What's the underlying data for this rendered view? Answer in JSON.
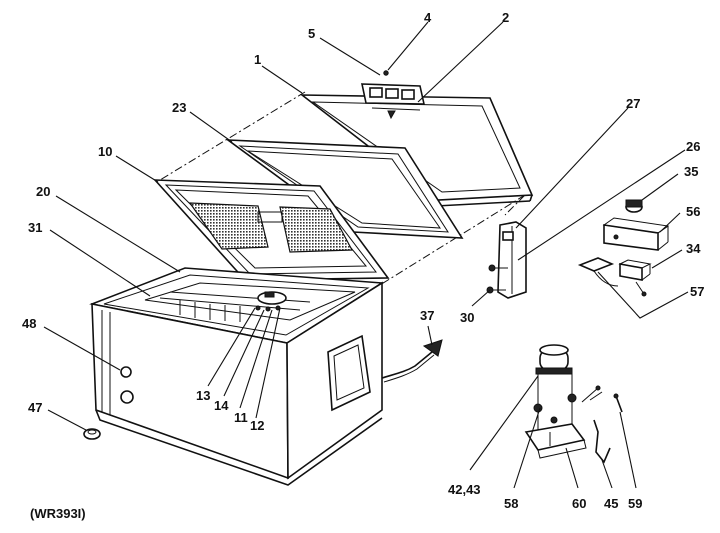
{
  "figure_code": "(WR393I)",
  "colors": {
    "ink": "#111111",
    "paper": "#ffffff"
  },
  "callouts": [
    {
      "id": "c1",
      "text": "1"
    },
    {
      "id": "c2",
      "text": "2"
    },
    {
      "id": "c4",
      "text": "4"
    },
    {
      "id": "c5",
      "text": "5"
    },
    {
      "id": "c23",
      "text": "23"
    },
    {
      "id": "c10",
      "text": "10"
    },
    {
      "id": "c27",
      "text": "27"
    },
    {
      "id": "c26",
      "text": "26"
    },
    {
      "id": "c35",
      "text": "35"
    },
    {
      "id": "c56",
      "text": "56"
    },
    {
      "id": "c34",
      "text": "34"
    },
    {
      "id": "c57",
      "text": "57"
    },
    {
      "id": "c20",
      "text": "20"
    },
    {
      "id": "c31",
      "text": "31"
    },
    {
      "id": "c48",
      "text": "48"
    },
    {
      "id": "c47",
      "text": "47"
    },
    {
      "id": "c13",
      "text": "13"
    },
    {
      "id": "c14",
      "text": "14"
    },
    {
      "id": "c11",
      "text": "11"
    },
    {
      "id": "c12",
      "text": "12"
    },
    {
      "id": "c37",
      "text": "37"
    },
    {
      "id": "c30",
      "text": "30"
    },
    {
      "id": "c4243",
      "text": "42,43"
    },
    {
      "id": "c58",
      "text": "58"
    },
    {
      "id": "c60",
      "text": "60"
    },
    {
      "id": "c45",
      "text": "45"
    },
    {
      "id": "c59",
      "text": "59"
    }
  ]
}
